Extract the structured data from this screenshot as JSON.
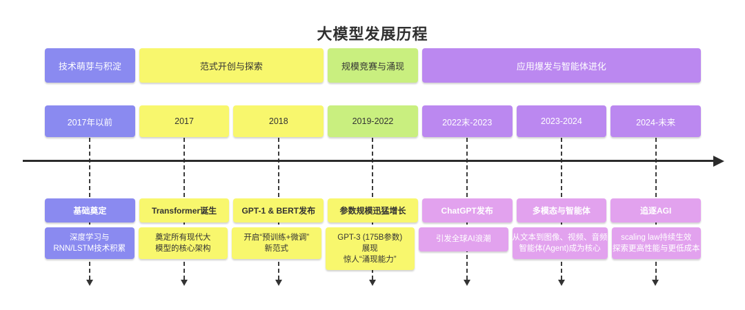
{
  "title": "大模型发展历程",
  "colors": {
    "periwinkle": "#8a8af0",
    "yellow": "#f8f76d",
    "green": "#c9ef7f",
    "medium_purple": "#bb88f0",
    "pink": "#e2a2ee",
    "axis": "#2b2b2b"
  },
  "phases": [
    {
      "label": "技术萌芽与积淀"
    },
    {
      "label": "范式开创与探索"
    },
    {
      "label": "规模竞赛与涌现"
    },
    {
      "label": "应用爆发与智能体进化"
    }
  ],
  "columns": [
    {
      "year": "2017年以前",
      "event": "基础奠定",
      "detail_lines": [
        "深度学习与",
        "RNN/LSTM技术积累"
      ]
    },
    {
      "year": "2017",
      "event": "Transformer诞生",
      "detail_lines": [
        "奠定所有现代大",
        "模型的核心架构"
      ]
    },
    {
      "year": "2018",
      "event": "GPT-1 & BERT发布",
      "detail_lines": [
        "开启“预训练+微调”",
        "新范式"
      ]
    },
    {
      "year": "2019-2022",
      "event": "参数规模迅猛增长",
      "detail_lines": [
        "GPT-3 (175B参数)",
        "展现",
        "惊人“涌现能力”"
      ]
    },
    {
      "year": "2022末-2023",
      "event": "ChatGPT发布",
      "detail_lines": [
        "引发全球AI浪潮"
      ]
    },
    {
      "year": "2023-2024",
      "event": "多模态与智能体",
      "detail_lines": [
        "从文本到图像、视频、音频",
        "智能体(Agent)成为核心"
      ]
    },
    {
      "year": "2024-未来",
      "event": "追逐AGI",
      "detail_lines": [
        "scaling law持续生效",
        "探索更高性能与更低成本"
      ]
    }
  ]
}
